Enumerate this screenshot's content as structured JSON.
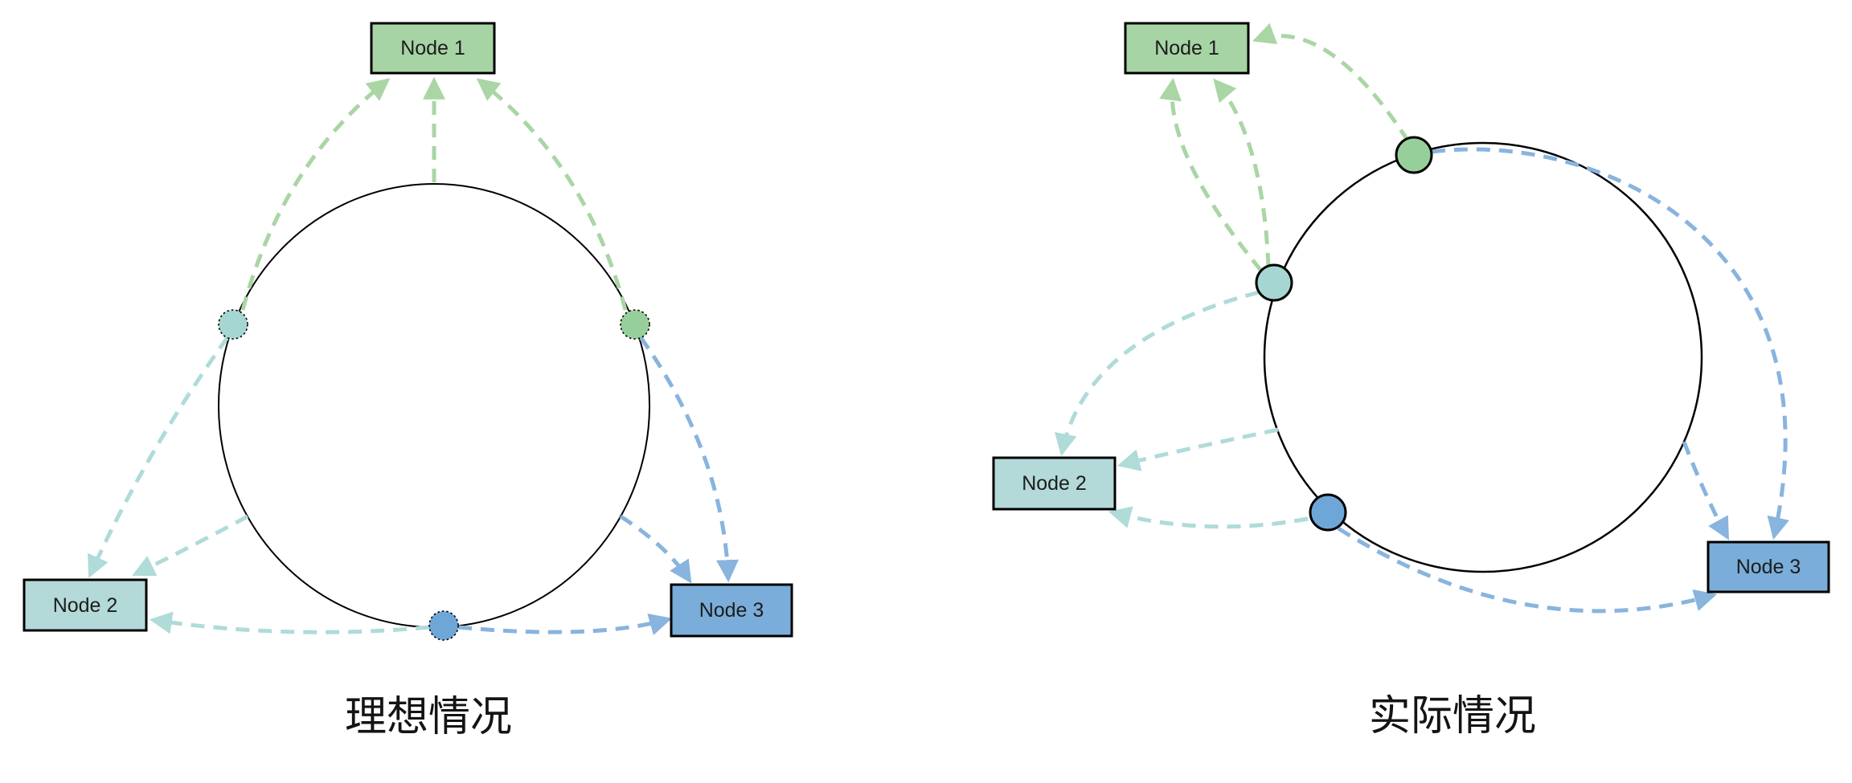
{
  "colors": {
    "node1_green": "#a7d4a5",
    "node2_teal": "#b3d9d8",
    "node3_blue": "#7aadd9",
    "arrow_green": "#a9d6a4",
    "arrow_teal": "#afdbd9",
    "arrow_blue": "#88b4de",
    "ring_stroke": "#000000",
    "background": "#ffffff"
  },
  "diagrams": [
    {
      "id": "ideal",
      "caption": "理想情况",
      "nodes": [
        {
          "label": "Node 1",
          "color": "#a7d4a5"
        },
        {
          "label": "Node 2",
          "color": "#b3d9d8"
        },
        {
          "label": "Node 3",
          "color": "#7aadd9"
        }
      ],
      "ring_dots": [
        {
          "position": "upper-left",
          "color": "teal",
          "border": "dotted"
        },
        {
          "position": "upper-right",
          "color": "green",
          "border": "dotted"
        },
        {
          "position": "bottom",
          "color": "blue",
          "border": "dotted"
        }
      ],
      "arrows": [
        {
          "from": "teal-dot",
          "to": "Node 1",
          "color": "green"
        },
        {
          "from": "ring-top",
          "to": "Node 1",
          "color": "green"
        },
        {
          "from": "green-dot",
          "to": "Node 1",
          "color": "green"
        },
        {
          "from": "teal-dot",
          "to": "Node 2",
          "color": "teal"
        },
        {
          "from": "ring-lower-left",
          "to": "Node 2",
          "color": "teal"
        },
        {
          "from": "blue-dot",
          "to": "Node 2",
          "color": "teal"
        },
        {
          "from": "green-dot",
          "to": "Node 3",
          "color": "blue"
        },
        {
          "from": "ring-lower-right",
          "to": "Node 3",
          "color": "blue"
        },
        {
          "from": "blue-dot",
          "to": "Node 3",
          "color": "blue"
        }
      ]
    },
    {
      "id": "actual",
      "caption": "实际情况",
      "nodes": [
        {
          "label": "Node 1",
          "color": "#a7d4a5"
        },
        {
          "label": "Node 2",
          "color": "#b3d9d8"
        },
        {
          "label": "Node 3",
          "color": "#7aadd9"
        }
      ],
      "ring_dots": [
        {
          "position": "top-right",
          "color": "green",
          "border": "solid"
        },
        {
          "position": "upper-left",
          "color": "teal",
          "border": "solid"
        },
        {
          "position": "lower-left",
          "color": "blue",
          "border": "solid"
        }
      ],
      "arrows": [
        {
          "from": "green-dot",
          "to": "Node 1",
          "color": "green"
        },
        {
          "from": "teal-dot",
          "to": "Node 1",
          "color": "green"
        },
        {
          "from": "teal-dot",
          "to": "Node 1",
          "color": "green"
        },
        {
          "from": "teal-dot",
          "to": "Node 2",
          "color": "teal"
        },
        {
          "from": "ring-left-arc",
          "to": "Node 2",
          "color": "teal"
        },
        {
          "from": "blue-dot",
          "to": "Node 2",
          "color": "teal"
        },
        {
          "from": "green-dot",
          "to": "Node 3",
          "color": "blue"
        },
        {
          "from": "ring-lower-right",
          "to": "Node 3",
          "color": "blue"
        },
        {
          "from": "blue-dot",
          "to": "Node 3",
          "color": "blue"
        }
      ]
    }
  ]
}
